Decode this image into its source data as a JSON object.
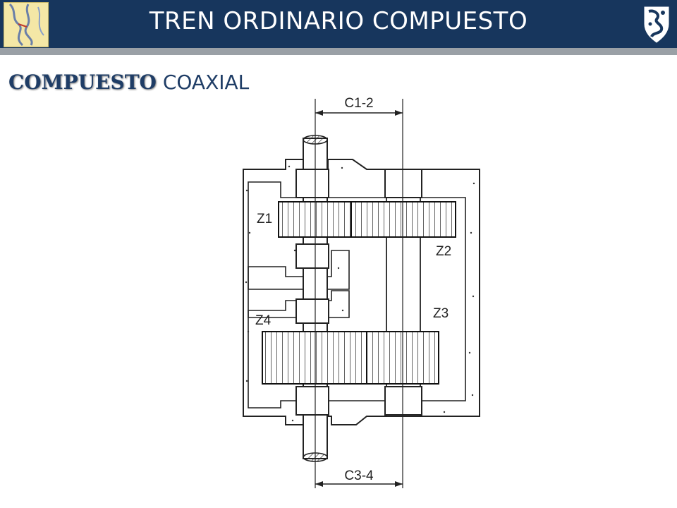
{
  "header": {
    "title": "TREN ORDINARIO COMPUESTO",
    "left_logo_icon": "map-logo-icon",
    "right_logo_icon": "university-crest-icon",
    "bg_color": "#17365d"
  },
  "subtitle": {
    "bold_part": "COMPUESTO",
    "normal_part": " COAXIAL"
  },
  "diagram": {
    "labels": {
      "c12": "C1-2",
      "c34": "C3-4",
      "z1": "Z1",
      "z2": "Z2",
      "z3": "Z3",
      "z4": "Z4"
    }
  }
}
